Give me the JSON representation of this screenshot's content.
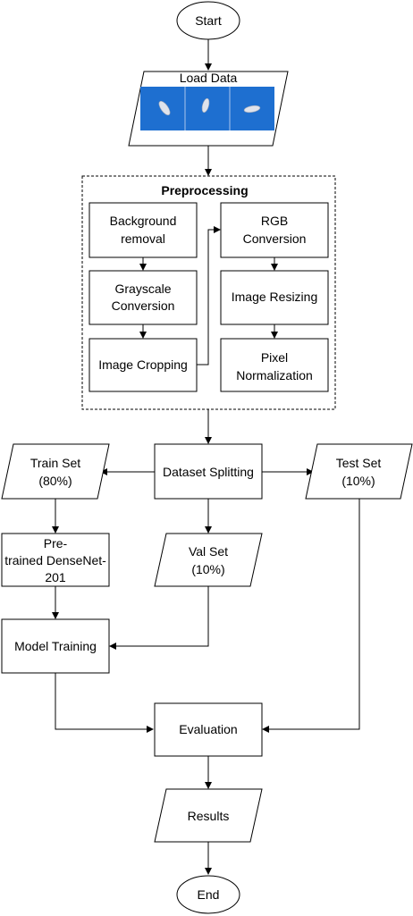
{
  "nodes": {
    "start": "Start",
    "load_data": "Load Data",
    "preprocessing_title": "Preprocessing",
    "background_removal": [
      "Background",
      "removal"
    ],
    "grayscale_conversion": [
      "Grayscale",
      "Conversion"
    ],
    "image_cropping": "Image Cropping",
    "rgb_conversion": [
      "RGB",
      "Conversion"
    ],
    "image_resizing": "Image Resizing",
    "pixel_normalization": [
      "Pixel",
      "Normalization"
    ],
    "dataset_splitting": "Dataset Splitting",
    "train_set": [
      "Train Set",
      "(80%)"
    ],
    "val_set": [
      "Val Set",
      "(10%)"
    ],
    "test_set": [
      "Test Set",
      "(10%)"
    ],
    "pretrained_model": [
      "Pre-",
      "trained DenseNet-",
      "201"
    ],
    "model_training": "Model Training",
    "evaluation": "Evaluation",
    "results": "Results",
    "end": "End"
  },
  "colors": {
    "stroke": "#000000",
    "fill": "#ffffff",
    "image_background": "#1e6fd0",
    "image_divider": "#a9c6ec"
  }
}
